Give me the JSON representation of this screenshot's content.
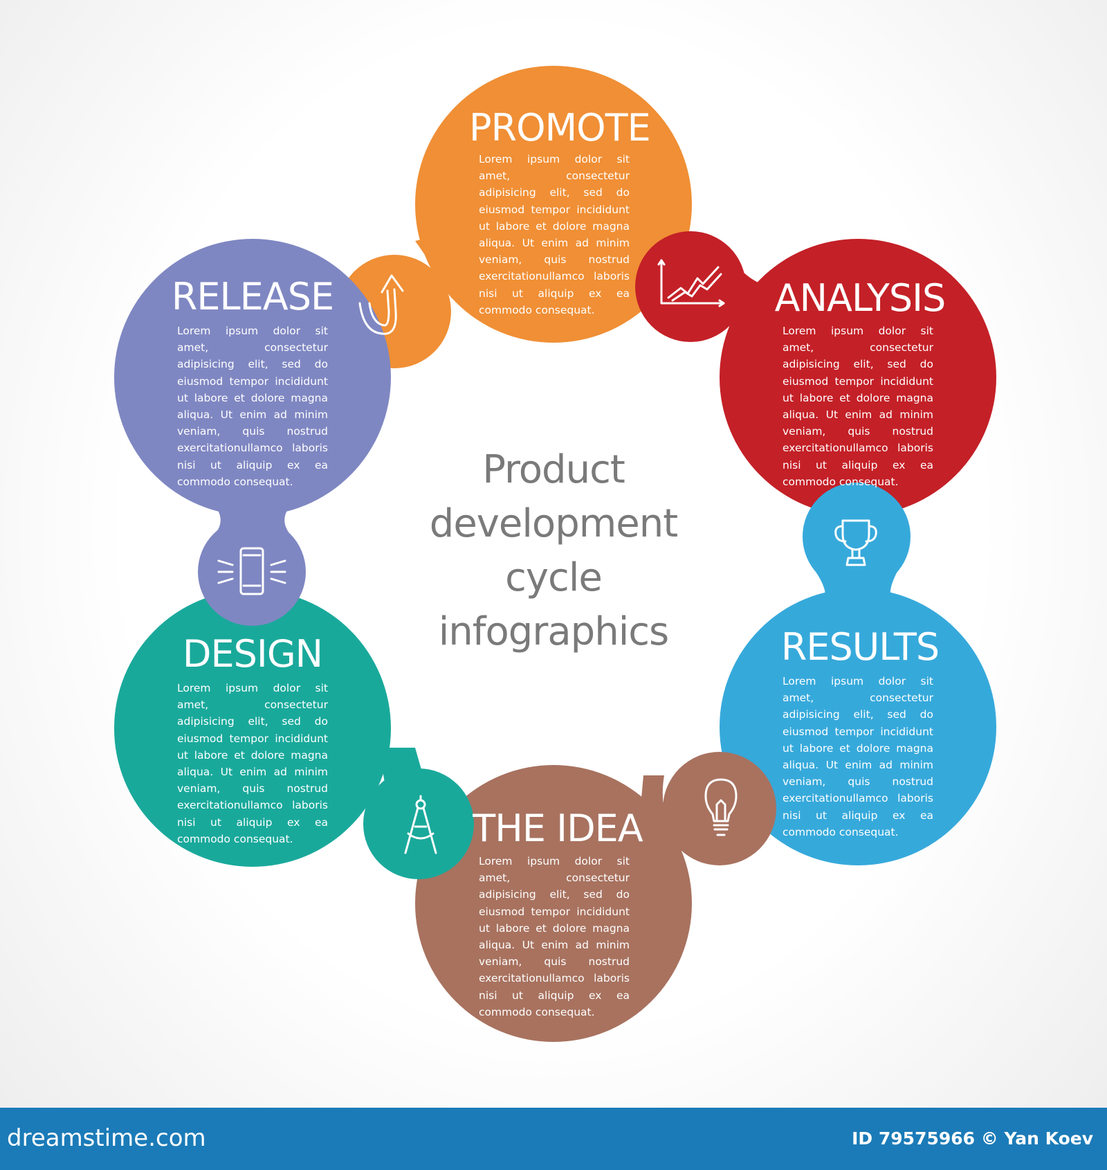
{
  "diagram": {
    "center_title_lines": [
      "Product",
      "development",
      "cycle",
      "infographics"
    ],
    "stages": [
      {
        "title": "PROMOTE",
        "body": "Lorem ipsum dolor sit amet, consectetur adipisicing elit, sed do eiusmod tempor incididunt ut labore et dolore magna aliqua. Ut enim ad minim veniam, quis nostrud exercitationullamco laboris nisi ut aliquip ex ea commodo consequat.",
        "color": "#f08f35",
        "icon": "arrow-curve-up-icon"
      },
      {
        "title": "ANALYSIS",
        "body": "Lorem ipsum dolor sit amet, consectetur adipisicing elit, sed do eiusmod tempor incididunt ut labore et dolore magna aliqua. Ut enim ad minim veniam, quis nostrud exercitationullamco laboris nisi ut aliquip ex ea commodo consequat.",
        "color": "#c42027",
        "icon": "line-chart-icon"
      },
      {
        "title": "RESULTS",
        "body": "Lorem ipsum dolor sit amet, consectetur adipisicing elit, sed do eiusmod tempor incididunt ut labore et dolore magna aliqua. Ut enim ad minim veniam, quis nostrud exercitationullamco laboris nisi ut aliquip ex ea commodo consequat.",
        "color": "#36a9db",
        "icon": "trophy-icon"
      },
      {
        "title": "THE IDEA",
        "body": "Lorem ipsum dolor sit amet, consectetur adipisicing elit, sed do eiusmod tempor incididunt ut labore et dolore magna aliqua. Ut enim ad minim veniam, quis nostrud exercitationullamco laboris nisi ut aliquip ex ea commodo consequat.",
        "color": "#a8725f",
        "icon": "lightbulb-icon"
      },
      {
        "title": "DESIGN",
        "body": "Lorem ipsum dolor sit amet, consectetur adipisicing elit, sed do eiusmod tempor incididunt ut labore et dolore magna aliqua. Ut enim ad minim veniam, quis nostrud exercitationullamco laboris nisi ut aliquip ex ea commodo consequat.",
        "color": "#19a99b",
        "icon": "drafting-compass-icon"
      },
      {
        "title": "RELEASE",
        "body": "Lorem ipsum dolor sit amet, consectetur adipisicing elit, sed do eiusmod tempor incididunt ut labore et dolore magna aliqua. Ut enim ad minim veniam, quis nostrud exercitationullamco laboris nisi ut aliquip ex ea commodo consequat.",
        "color": "#7f87c2",
        "icon": "smartphone-vibrating-icon"
      }
    ]
  },
  "footer": {
    "brand": "dreamstime.com",
    "credit": "ID 79575966 © Yan Koev",
    "color": "#1b7bb8"
  }
}
